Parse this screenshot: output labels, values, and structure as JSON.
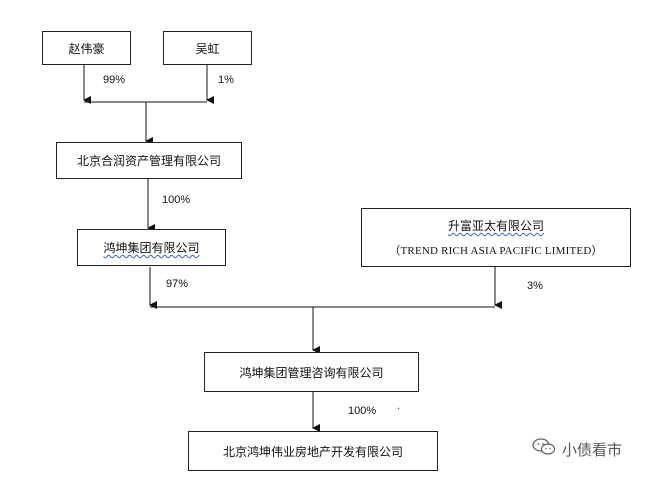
{
  "nodes": {
    "zhao": "赵伟豪",
    "wu": "吴虹",
    "heirun": "北京合润资产管理有限公司",
    "hongkun_group": "鸿坤集团有限公司",
    "shengfu_cn": "升富亚太有限公司",
    "shengfu_en": "（TREND RICH ASIA PACIFIC LIMITED）",
    "consulting": "鸿坤集团管理咨询有限公司",
    "realestate": "北京鸿坤伟业房地产开发有限公司"
  },
  "percents": {
    "zhao_heirun": "99%",
    "wu_heirun": "1%",
    "heirun_group": "100%",
    "group_consulting": "97%",
    "shengfu_consulting": "3%",
    "consulting_realestate": "100%"
  },
  "watermark": {
    "text": "小债看市",
    "icon": "wechat-icon"
  },
  "colors": {
    "line": "#111111",
    "squiggle": "#3a5bd9"
  }
}
